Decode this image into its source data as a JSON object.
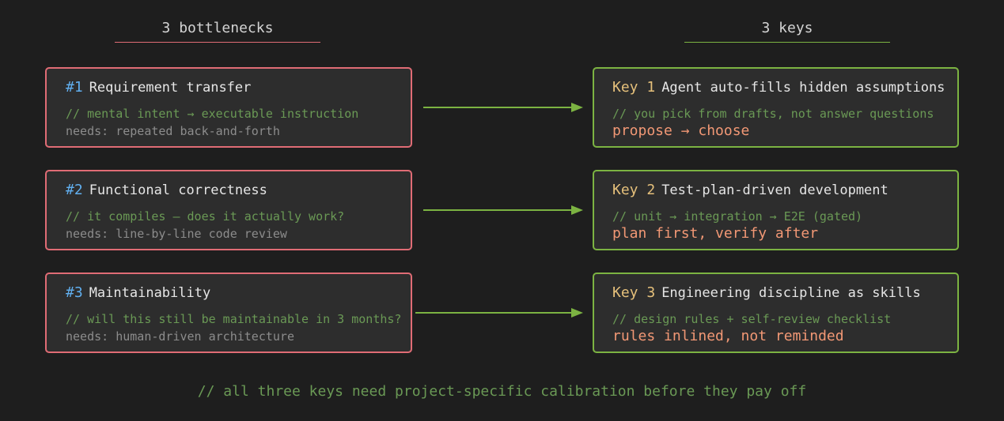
{
  "headers": {
    "left": "3 bottlenecks",
    "right": "3 keys"
  },
  "bottlenecks": [
    {
      "tag": "#1",
      "title": "Requirement transfer",
      "comment": "// mental intent → executable instruction",
      "needs": "needs: repeated back-and-forth"
    },
    {
      "tag": "#2",
      "title": "Functional correctness",
      "comment": "// it compiles — does it actually work?",
      "needs": "needs: line-by-line code review"
    },
    {
      "tag": "#3",
      "title": "Maintainability",
      "comment": "// will this still be maintainable in 3 months?",
      "needs": "needs: human-driven architecture"
    }
  ],
  "keys": [
    {
      "tag": "Key 1",
      "title": "Agent auto-fills hidden assumptions",
      "comment": "// you pick from drafts, not answer questions",
      "punch": "propose → choose"
    },
    {
      "tag": "Key 2",
      "title": "Test-plan-driven development",
      "comment": "// unit → integration → E2E (gated)",
      "punch": "plan first, verify after"
    },
    {
      "tag": "Key 3",
      "title": "Engineering discipline as skills",
      "comment": "// design rules + self-review checklist",
      "punch": "rules inlined, not reminded"
    }
  ],
  "footer": "// all three keys need project-specific calibration before they pay off",
  "colors": {
    "bottleneck_border": "#e06c75",
    "key_border": "#7cb342",
    "arrow": "#7cb342",
    "comment": "#6a9955",
    "tag_blue": "#61afef",
    "tag_key": "#e5c07b",
    "punch": "#f29875",
    "background": "#1e1e1e"
  }
}
